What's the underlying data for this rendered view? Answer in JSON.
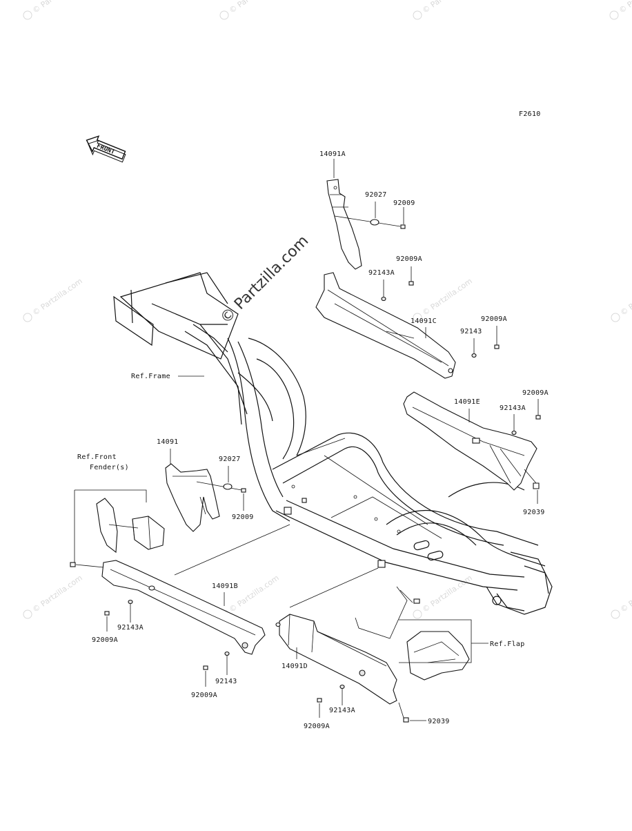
{
  "figure_code": "F2610",
  "front_arrow_label": "FRONT",
  "watermark_text": "© Partzilla.com",
  "big_watermark_text": "© Partzilla.com",
  "references": {
    "frame": "Ref.Frame",
    "front_fender_line1": "Ref.Front",
    "front_fender_line2": "Fender(s)",
    "flap": "Ref.Flap"
  },
  "labels": [
    {
      "id": "l1",
      "text": "14091A"
    },
    {
      "id": "l2",
      "text": "92027"
    },
    {
      "id": "l3",
      "text": "92009"
    },
    {
      "id": "l4",
      "text": "92009A"
    },
    {
      "id": "l5",
      "text": "92143A"
    },
    {
      "id": "l6",
      "text": "14091C"
    },
    {
      "id": "l7",
      "text": "92009A"
    },
    {
      "id": "l8",
      "text": "92143"
    },
    {
      "id": "l9",
      "text": "92009A"
    },
    {
      "id": "l10",
      "text": "14091E"
    },
    {
      "id": "l11",
      "text": "92143A"
    },
    {
      "id": "l12",
      "text": "92039"
    },
    {
      "id": "l13",
      "text": "14091"
    },
    {
      "id": "l14",
      "text": "92027"
    },
    {
      "id": "l15",
      "text": "92009"
    },
    {
      "id": "l16",
      "text": "14091B"
    },
    {
      "id": "l17",
      "text": "92143A"
    },
    {
      "id": "l18",
      "text": "92009A"
    },
    {
      "id": "l19",
      "text": "92143"
    },
    {
      "id": "l20",
      "text": "92009A"
    },
    {
      "id": "l21",
      "text": "14091D"
    },
    {
      "id": "l22",
      "text": "92143A"
    },
    {
      "id": "l23",
      "text": "92009A"
    },
    {
      "id": "l24",
      "text": "92039"
    }
  ]
}
